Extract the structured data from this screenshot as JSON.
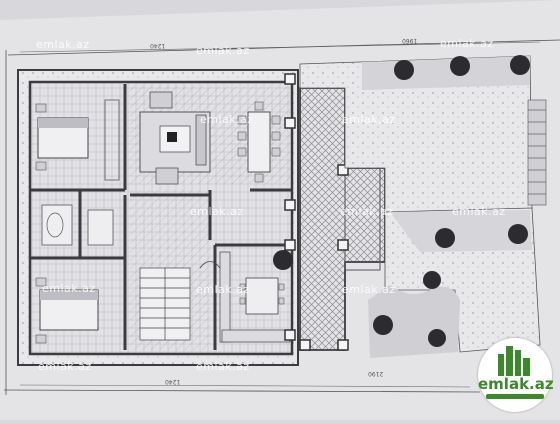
{
  "watermark": "emlak.az",
  "logo_text": "emlak.az",
  "dimensions": {
    "top_left": "1240",
    "top_right": "1960",
    "bottom_left": "1240",
    "bottom_right": "2190"
  },
  "colors": {
    "paper": "#e4e4e7",
    "lines": "#3c3c40",
    "hatch": "#9a9aa2",
    "brand": "#3a8a2a"
  }
}
